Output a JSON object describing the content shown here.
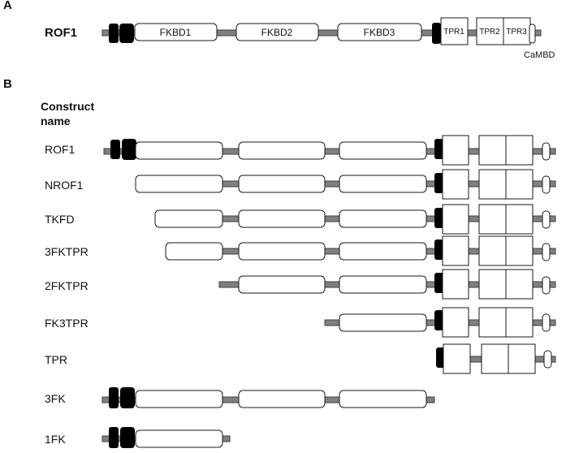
{
  "panelA": {
    "letter": "A",
    "name": "ROF1",
    "domains": {
      "fkbd1": "FKBD1",
      "fkbd2": "FKBD2",
      "fkbd3": "FKBD3",
      "tpr1": "TPR1",
      "tpr2": "TPR2",
      "tpr3": "TPR3",
      "cambd": "CaMBD"
    }
  },
  "panelB": {
    "letter": "B",
    "header_line1": "Construct",
    "header_line2": "name",
    "constructs": [
      {
        "name": "ROF1",
        "segments": [
          "black-boxes",
          "FKBD1",
          "FKBD2",
          "FKBD3",
          "black-box",
          "TPR1",
          "TPR2",
          "TPR3",
          "CaMBD"
        ]
      },
      {
        "name": "NROF1",
        "segments": [
          "FKBD1",
          "FKBD2",
          "FKBD3",
          "black-box",
          "TPR1",
          "TPR2",
          "TPR3",
          "CaMBD"
        ]
      },
      {
        "name": "TKFD",
        "segments": [
          "FKBD1",
          "FKBD2",
          "FKBD3",
          "black-box",
          "TPR1",
          "TPR2",
          "TPR3",
          "CaMBD"
        ]
      },
      {
        "name": "3FKTPR",
        "segments": [
          "FKBD1",
          "FKBD2",
          "FKBD3",
          "black-box",
          "TPR1",
          "TPR2",
          "TPR3",
          "CaMBD"
        ]
      },
      {
        "name": "2FKTPR",
        "segments": [
          "FKBD2",
          "FKBD3",
          "black-box",
          "TPR1",
          "TPR2",
          "TPR3",
          "CaMBD"
        ]
      },
      {
        "name": "FK3TPR",
        "segments": [
          "FKBD3",
          "black-box",
          "TPR1",
          "TPR2",
          "TPR3",
          "CaMBD"
        ]
      },
      {
        "name": "TPR",
        "segments": [
          "black-box",
          "TPR1",
          "TPR2",
          "TPR3",
          "CaMBD"
        ]
      },
      {
        "name": "3FK",
        "segments": [
          "black-boxes",
          "FKBD1",
          "FKBD2",
          "FKBD3"
        ]
      },
      {
        "name": "1FK",
        "segments": [
          "black-boxes",
          "FKBD1"
        ]
      }
    ]
  },
  "colors": {
    "bar": "#808080",
    "box": "#ffffff",
    "black_box": "#000000"
  }
}
